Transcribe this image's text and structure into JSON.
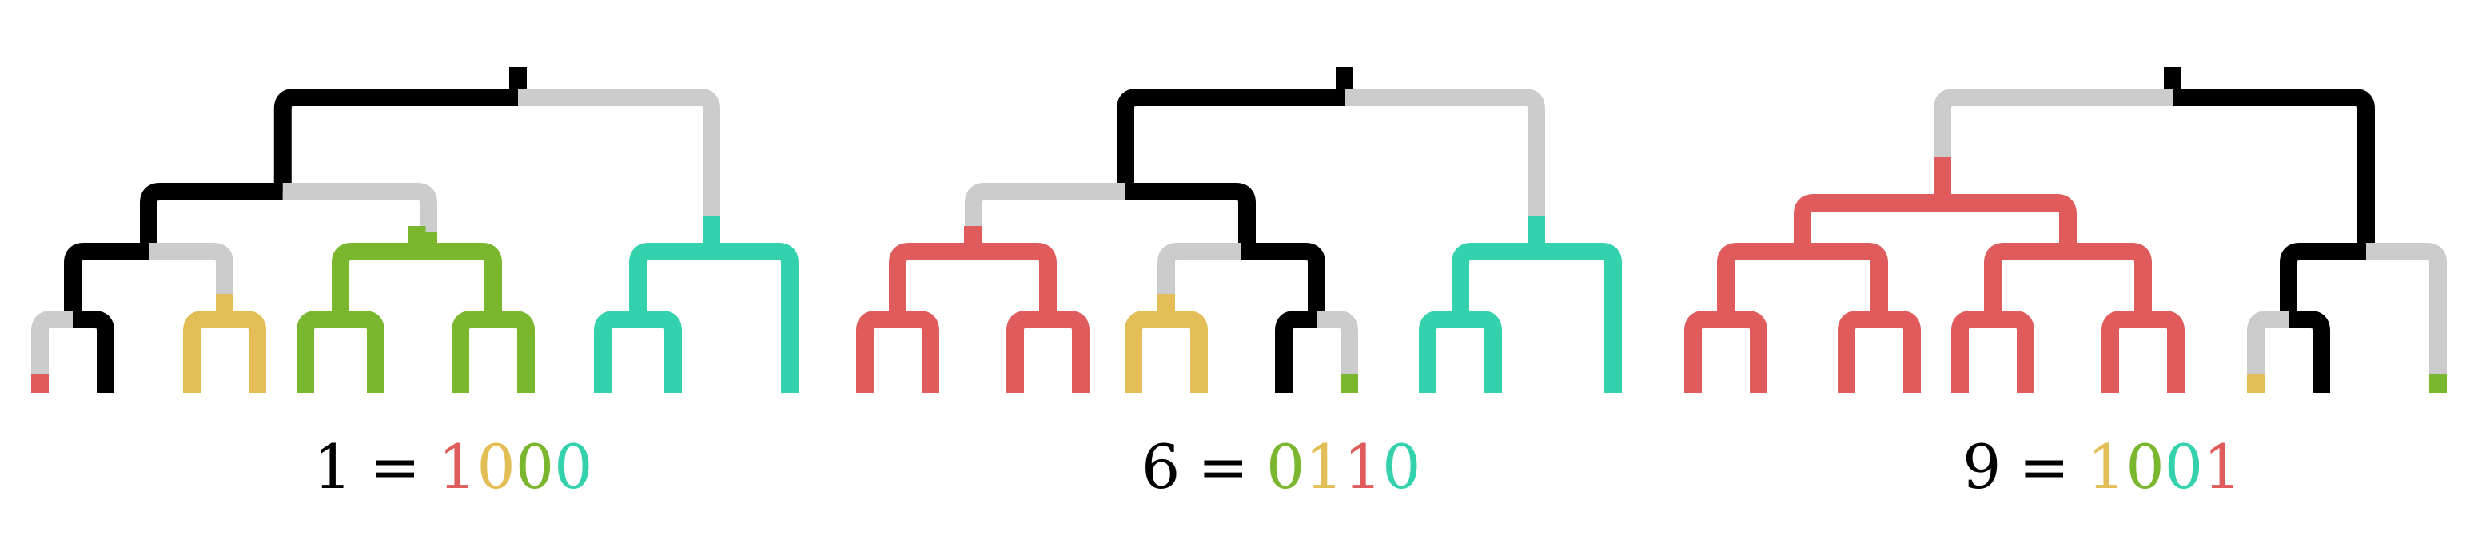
{
  "colors": {
    "black": "#000000",
    "gray": "#cccccc",
    "red": "#e05c5c",
    "yellow": "#e3bd55",
    "green": "#7bb62f",
    "teal": "#34d1ad"
  },
  "equations": [
    {
      "number": "1",
      "equals": "=",
      "digits": [
        {
          "char": "1",
          "color": "red"
        },
        {
          "char": "0",
          "color": "yellow"
        },
        {
          "char": "0",
          "color": "green"
        },
        {
          "char": "0",
          "color": "teal"
        }
      ]
    },
    {
      "number": "6",
      "equals": "=",
      "digits": [
        {
          "char": "0",
          "color": "green"
        },
        {
          "char": "1",
          "color": "yellow"
        },
        {
          "char": "1",
          "color": "red"
        },
        {
          "char": "0",
          "color": "teal"
        }
      ]
    },
    {
      "number": "9",
      "equals": "=",
      "digits": [
        {
          "char": "1",
          "color": "yellow"
        },
        {
          "char": "0",
          "color": "green"
        },
        {
          "char": "0",
          "color": "teal"
        },
        {
          "char": "1",
          "color": "red"
        }
      ]
    }
  ]
}
